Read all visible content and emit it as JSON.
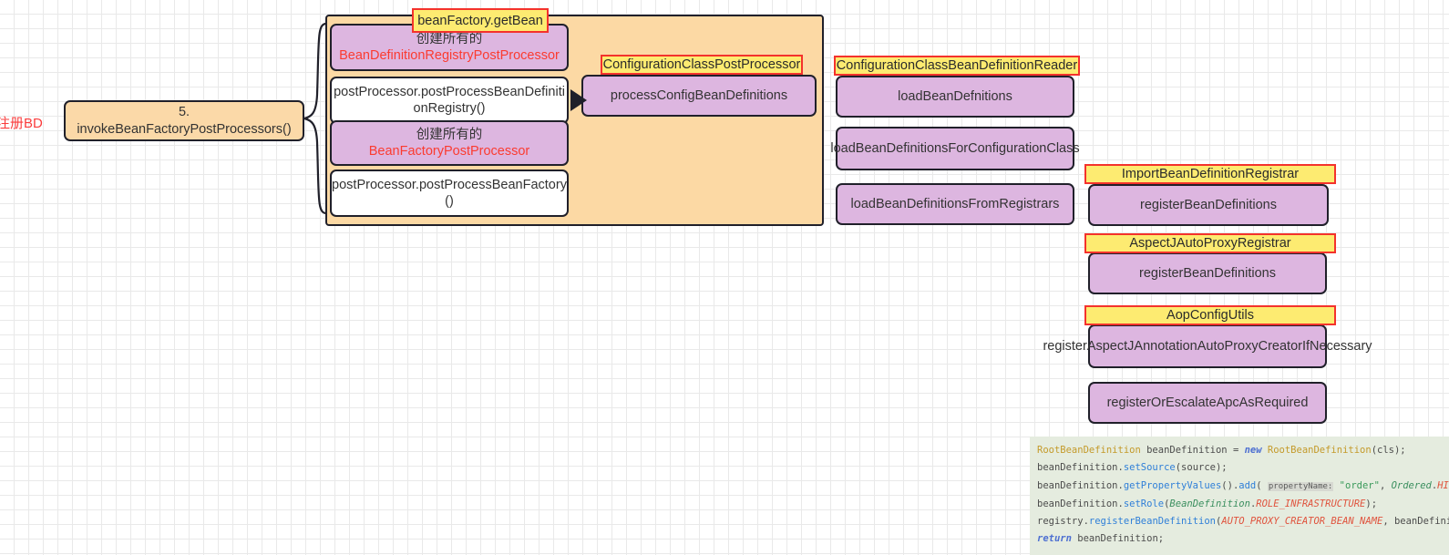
{
  "diagram": {
    "side_label": "注册BD",
    "entry_box": "5. invokeBeanFactoryPostProcessors()",
    "tags": {
      "bean_factory_get_bean": "beanFactory.getBean",
      "configuration_class_post_processor": "ConfigurationClassPostProcessor",
      "configuration_class_bean_definition_reader": "ConfigurationClassBeanDefinitionReader",
      "import_bean_definition_registrar": "ImportBeanDefinitionRegistrar",
      "aspectj_auto_proxy_registrar": "AspectJAutoProxyRegistrar",
      "aop_config_utils": "AopConfigUtils"
    },
    "group_steps": [
      {
        "line1": "创建所有的",
        "line2": "BeanDefinitionRegistryPostProcessor"
      },
      {
        "line1": "postProcessor.postProcessBeanDefiniti",
        "line2": "onRegistry()"
      },
      {
        "line1": "创建所有的",
        "line2": "BeanFactoryPostProcessor"
      },
      {
        "line1": "postProcessor.postProcessBeanFactory",
        "line2": "()"
      }
    ],
    "ccpp_methods": [
      "processConfigBeanDefinitions"
    ],
    "ccbdr_methods": [
      "loadBeanDefnitions",
      "loadBeanDefinitionsForConfigurationClass",
      "loadBeanDefinitionsFromRegistrars"
    ],
    "ibdr_methods": [
      "registerBeanDefinitions"
    ],
    "ajapr_methods": [
      "registerBeanDefinitions"
    ],
    "acu_methods": [
      "registerAspectJAnnotationAutoProxyCreatorIfNecessary",
      "registerOrEscalateApcAsRequired"
    ]
  },
  "code": {
    "lines": [
      {
        "tokens": [
          {
            "t": "RootBeanDefinition ",
            "c": "c-type"
          },
          {
            "t": "beanDefinition ",
            "c": "c-plain"
          },
          {
            "t": "= ",
            "c": "c-plain"
          },
          {
            "t": "new ",
            "c": "c-kw"
          },
          {
            "t": "RootBeanDefinition",
            "c": "c-type"
          },
          {
            "t": "(cls);",
            "c": "c-plain"
          }
        ]
      },
      {
        "tokens": [
          {
            "t": "beanDefinition.",
            "c": "c-plain"
          },
          {
            "t": "setSource",
            "c": "c-meth"
          },
          {
            "t": "(source);",
            "c": "c-plain"
          }
        ]
      },
      {
        "tokens": [
          {
            "t": "beanDefinition.",
            "c": "c-plain"
          },
          {
            "t": "getPropertyValues",
            "c": "c-meth"
          },
          {
            "t": "().",
            "c": "c-plain"
          },
          {
            "t": "add",
            "c": "c-meth"
          },
          {
            "t": "( ",
            "c": "c-plain"
          },
          {
            "t": "propertyName:",
            "c": "c-hint"
          },
          {
            "t": " ",
            "c": "c-plain"
          },
          {
            "t": "\"order\"",
            "c": "c-str"
          },
          {
            "t": ", ",
            "c": "c-plain"
          },
          {
            "t": "Ordered",
            "c": "c-cls"
          },
          {
            "t": ".",
            "c": "c-plain"
          },
          {
            "t": "HIGHEST_PRECEDENCE",
            "c": "c-const"
          },
          {
            "t": ");",
            "c": "c-plain"
          }
        ]
      },
      {
        "tokens": [
          {
            "t": "beanDefinition.",
            "c": "c-plain"
          },
          {
            "t": "setRole",
            "c": "c-meth"
          },
          {
            "t": "(",
            "c": "c-plain"
          },
          {
            "t": "BeanDefinition",
            "c": "c-cls"
          },
          {
            "t": ".",
            "c": "c-plain"
          },
          {
            "t": "ROLE_INFRASTRUCTURE",
            "c": "c-const"
          },
          {
            "t": ");",
            "c": "c-plain"
          }
        ]
      },
      {
        "tokens": [
          {
            "t": "registry.",
            "c": "c-plain"
          },
          {
            "t": "registerBeanDefinition",
            "c": "c-meth"
          },
          {
            "t": "(",
            "c": "c-plain"
          },
          {
            "t": "AUTO_PROXY_CREATOR_BEAN_NAME",
            "c": "c-const"
          },
          {
            "t": ", beanDefinition);",
            "c": "c-plain"
          }
        ]
      },
      {
        "tokens": [
          {
            "t": "return ",
            "c": "c-kw"
          },
          {
            "t": "beanDefinition;",
            "c": "c-plain"
          }
        ]
      }
    ]
  },
  "colors": {
    "orange_fill": "#fbd9a8",
    "purple_fill": "#ddb6e0",
    "yellow_tag": "#fdeb71",
    "tag_border": "#f4322c",
    "node_border": "#20202a",
    "red_text": "#fb3b30",
    "code_bg": "#e5ecdf"
  }
}
